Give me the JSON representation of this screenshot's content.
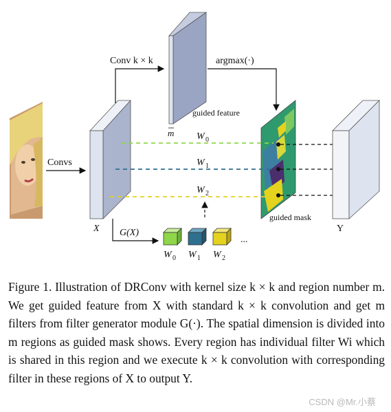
{
  "figure": {
    "convs_label": "Convs",
    "conv_label": "Conv k × k",
    "argmax_label": "argmax(·)",
    "guided_feature_label": "guided feature",
    "m_label": "m",
    "x_label": "X",
    "y_label": "Y",
    "gx_label": "G(X)",
    "guided_mask_label": "guided mask",
    "weights": [
      {
        "label": "W",
        "sub": "0",
        "color": "#8fd64a"
      },
      {
        "label": "W",
        "sub": "1",
        "color": "#2f6f8f"
      },
      {
        "label": "W",
        "sub": "2",
        "color": "#e4d21e"
      }
    ],
    "filter_labels": [
      "W0",
      "W1",
      "W2"
    ],
    "ellipsis": "...",
    "colors": {
      "feature_face": "#9aa5c4",
      "block_front": "#dde3ef",
      "mask_bg": "#2f9a6e"
    }
  },
  "caption": {
    "lines": [
      "Figure 1. Illustration of DRConv with kernel size k × k and region",
      "number m.  We get guided feature from X with standard k × k",
      "convolution and get m filters from filter generator module G(·).",
      "The spatial dimension is divided into m regions as guided mask",
      "shows.  Every region has individual filter Wi which is shared in",
      "this region and we execute k × k convolution with corresponding",
      "filter in these regions of X to output Y."
    ]
  },
  "watermark": "CSDN @Mr.小蔡"
}
